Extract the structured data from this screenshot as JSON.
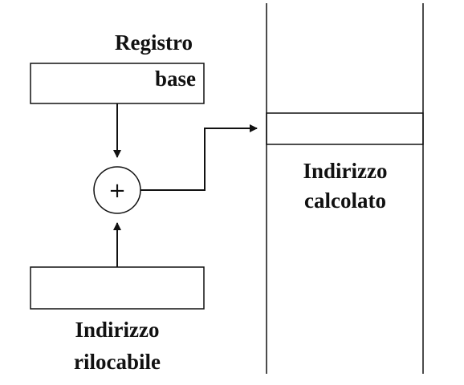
{
  "diagram": {
    "base_register": {
      "label_line1": "Registro",
      "label_line2": "base"
    },
    "adder": {
      "symbol": "+"
    },
    "relocatable_address": {
      "label_line1": "Indirizzo",
      "label_line2": "rilocabile"
    },
    "computed_address": {
      "label_line1": "Indirizzo",
      "label_line2": "calcolato"
    },
    "colors": {
      "stroke": "#111111",
      "background": "#ffffff"
    }
  }
}
